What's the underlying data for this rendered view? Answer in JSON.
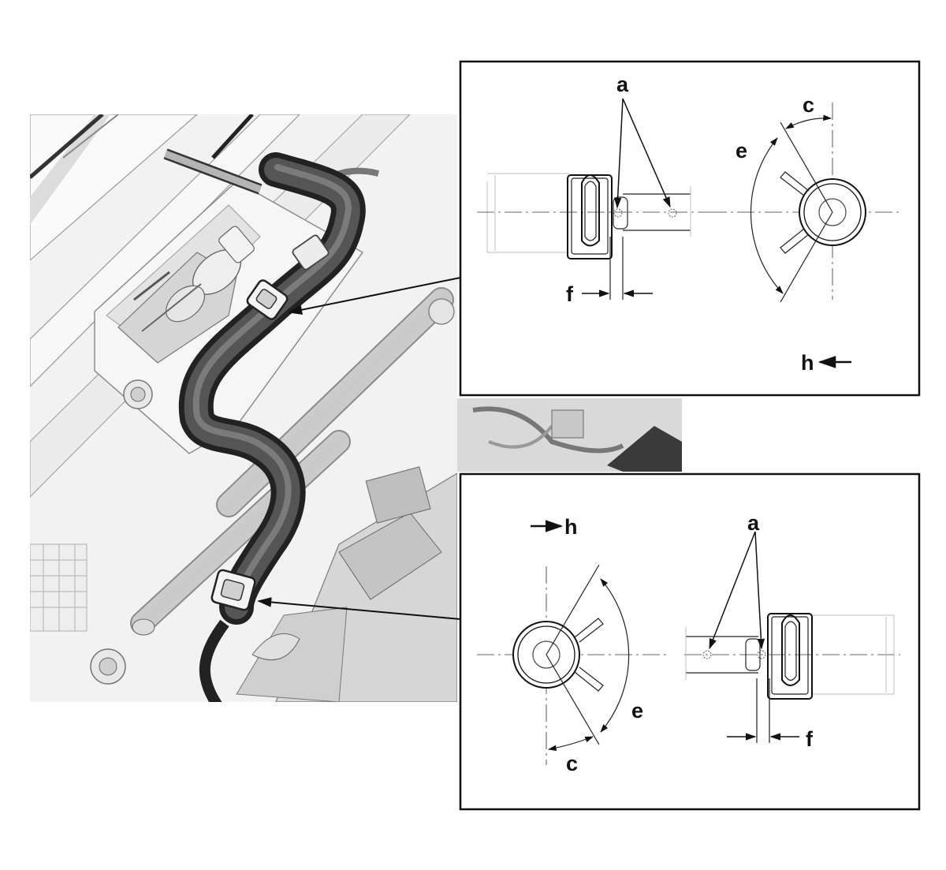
{
  "figure": {
    "description_labels": {
      "a": "a",
      "c": "c",
      "e": "e",
      "f": "f",
      "h": "h"
    },
    "insets": [
      {
        "id": "upper-detail",
        "labels": [
          "a",
          "c",
          "e",
          "f",
          "h"
        ]
      },
      {
        "id": "lower-detail",
        "labels": [
          "a",
          "c",
          "e",
          "f",
          "h"
        ]
      }
    ]
  }
}
